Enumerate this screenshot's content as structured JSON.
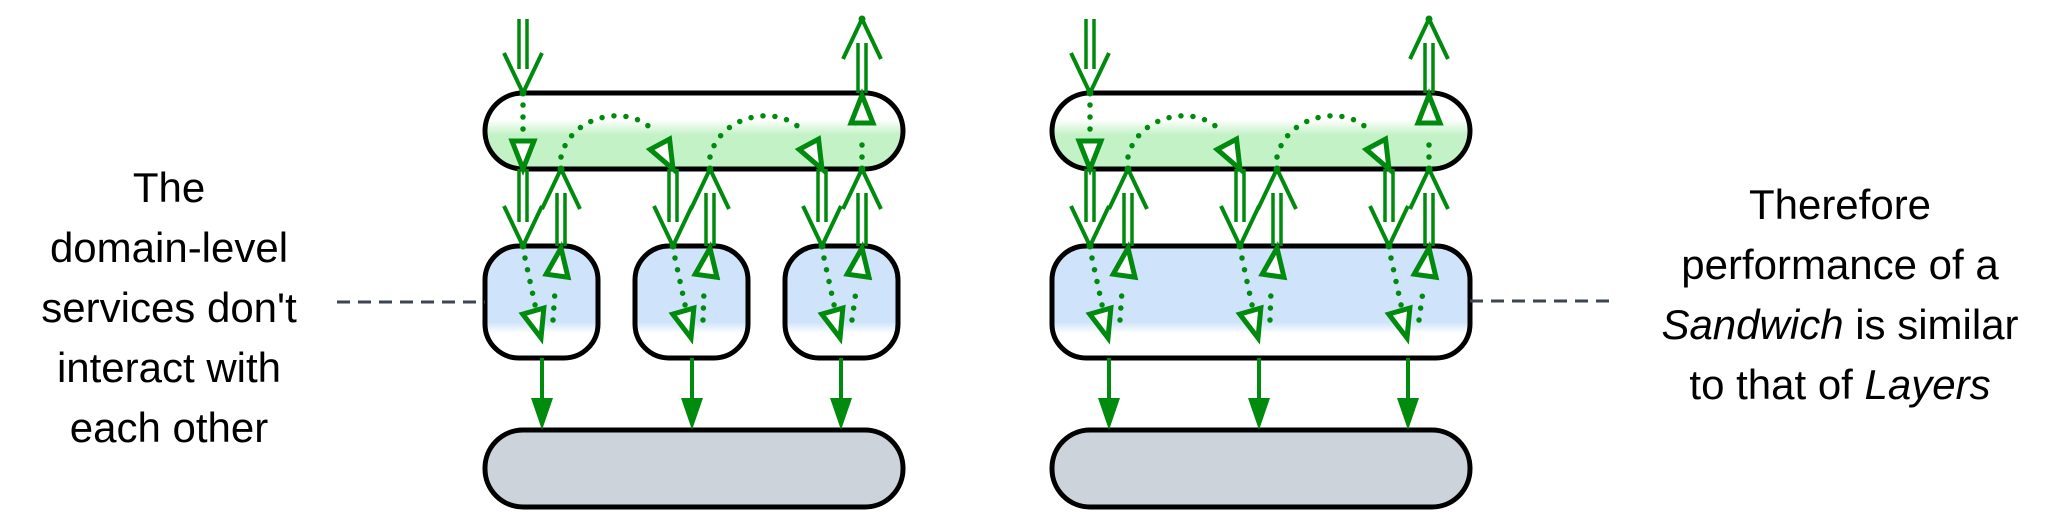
{
  "colors": {
    "arrow": "#008a0e",
    "outline": "#000000",
    "ui_layer_fill_top": "#ffffff",
    "ui_layer_fill_bottom": "#c3f2c6",
    "domain_fill": "#cfe4fb",
    "infra_fill": "#ccd3db",
    "leader_line": "#3d4550"
  },
  "left_panel": {
    "name": "layers",
    "ui_layer": "integration layer",
    "domain_services": 3,
    "domain_layout": "separate-boxes",
    "infrastructure": "shared bottom layer",
    "caption_lines": [
      "The",
      "domain-level",
      "services don't",
      "interact with",
      "each other"
    ]
  },
  "right_panel": {
    "name": "sandwich",
    "ui_layer": "integration layer",
    "domain_services": 3,
    "domain_layout": "single-box",
    "infrastructure": "shared bottom layer",
    "caption": {
      "line1": "Therefore",
      "line2": "performance of a",
      "line3_italic": "Sandwich",
      "line3_rest": " is similar",
      "line4_start": "to that of ",
      "line4_italic": "Layers"
    }
  }
}
